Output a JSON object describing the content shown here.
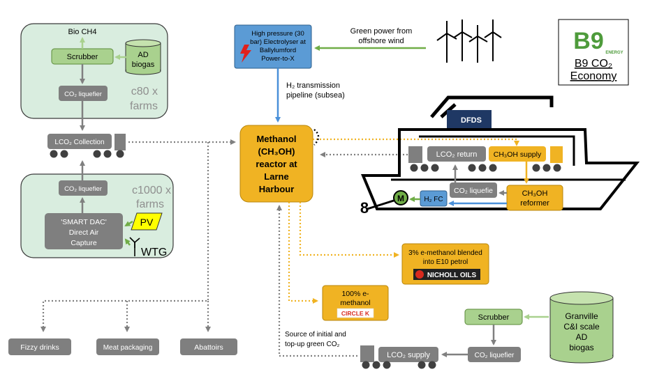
{
  "colors": {
    "green_panel": "#d9eddf",
    "panel_border": "#3a3a3a",
    "grey_box": "#7f7f7f",
    "light_green": "#a9d18e",
    "bright_green": "#70ad47",
    "orange": "#f0b323",
    "blue_box": "#5b9bd5",
    "blue_line": "#4a90d9",
    "b9_green": "#4e9b3b"
  },
  "logo": {
    "brand": "B9",
    "sub": "ENERGY",
    "title": "B9 CO₂",
    "subtitle": "Economy"
  },
  "top_farms": {
    "product": "Bio CH4",
    "scrubber": "Scrubber",
    "biogas_line1": "AD",
    "biogas_line2": "biogas",
    "liquefier": "CO₂ liquefier",
    "count_line1": "c80 x",
    "count_line2": "farms"
  },
  "collection": {
    "label": "LCO₂ Collection"
  },
  "dac_farms": {
    "liquefier": "CO₂ liquefier",
    "dac_line1": "'SMART DAC'",
    "dac_line2": "Direct Air",
    "dac_line3": "Capture",
    "pv": "PV",
    "wtg": "WTG",
    "count_line1": "c1000 x",
    "count_line2": "farms"
  },
  "electrolyser": {
    "line1": "High pressure (30",
    "line2": "bar) Electrolyser at",
    "line3": "Ballylumford",
    "line4": "Power-to-X"
  },
  "wind": {
    "line1": "Green power from",
    "line2": "offshore wind"
  },
  "pipeline": {
    "line1": "H₂ transmission",
    "line2": "pipeline (subsea)"
  },
  "reactor": {
    "line1": "Methanol",
    "line2": "(CH₃OH)",
    "line3": "reactor at",
    "line4": "Larne",
    "line5": "Harbour"
  },
  "ship": {
    "brand": "DFDS",
    "lco2_return": "LCO₂ return",
    "ch3oh_supply": "CH₃OH supply",
    "liquefier": "CO₂ liquefie",
    "reformer_line1": "CH₃OH",
    "reformer_line2": "reformer",
    "fuel_cell": "H₂ FC",
    "motor": "M"
  },
  "petrol": {
    "line1": "3% e-methanol blended",
    "line2": "into E10 petrol",
    "brand": "NICHOLL OILS"
  },
  "circlek": {
    "line1": "100% e-",
    "line2": "methanol",
    "brand": "CIRCLE K"
  },
  "granville": {
    "scrubber": "Scrubber",
    "liquefier": "CO₂ liquefier",
    "supply": "LCO₂ supply",
    "biogas_line1": "Granville",
    "biogas_line2": "C&I scale",
    "biogas_line3": "AD",
    "biogas_line4": "biogas",
    "source_line1": "Source of initial and",
    "source_line2": "top-up green CO₂"
  },
  "consumers": {
    "fizzy": "Fizzy drinks",
    "meat": "Meat packaging",
    "abattoirs": "Abattoirs"
  }
}
